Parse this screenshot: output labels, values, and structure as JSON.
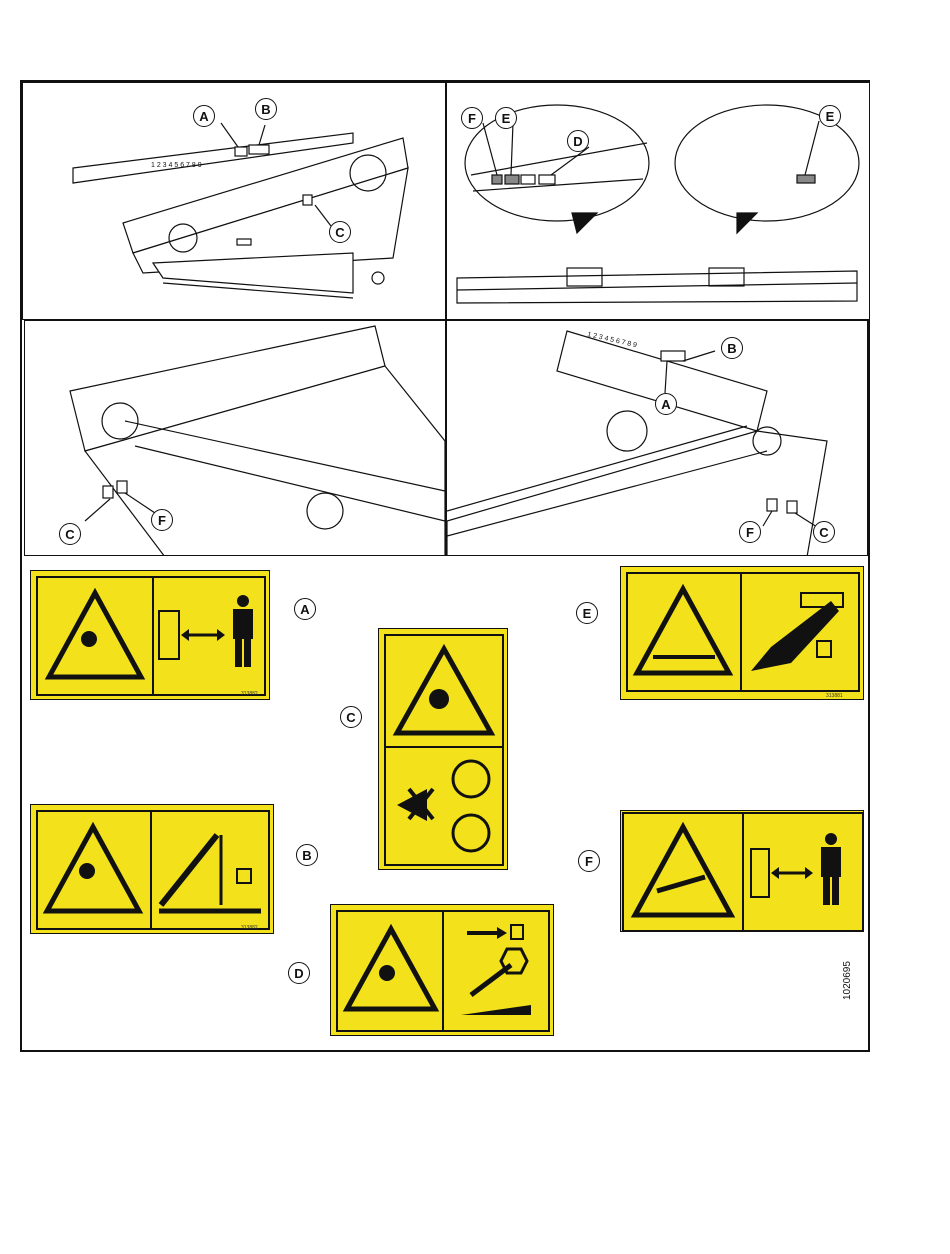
{
  "figure_number": "1020695",
  "callouts": {
    "a": "A",
    "b": "B",
    "c": "C",
    "d": "D",
    "e": "E",
    "f": "F"
  },
  "scale_marks": "1 2 3 4 5 6 7 8 9",
  "decal_codes": {
    "a": "313882",
    "e": "313881"
  },
  "colors": {
    "decal_yellow": "#f3e21b",
    "line": "#111111"
  },
  "icons": {
    "crush_hazard": "crush-hazard-icon",
    "pinch_hazard": "pinch-hazard-icon",
    "entanglement_hazard": "entanglement-hazard-icon",
    "cut_hazard": "cut-hazard-icon",
    "safe_distance": "safe-distance-icon",
    "lock": "padlock-icon",
    "rotating": "rotation-arrows-icon"
  }
}
